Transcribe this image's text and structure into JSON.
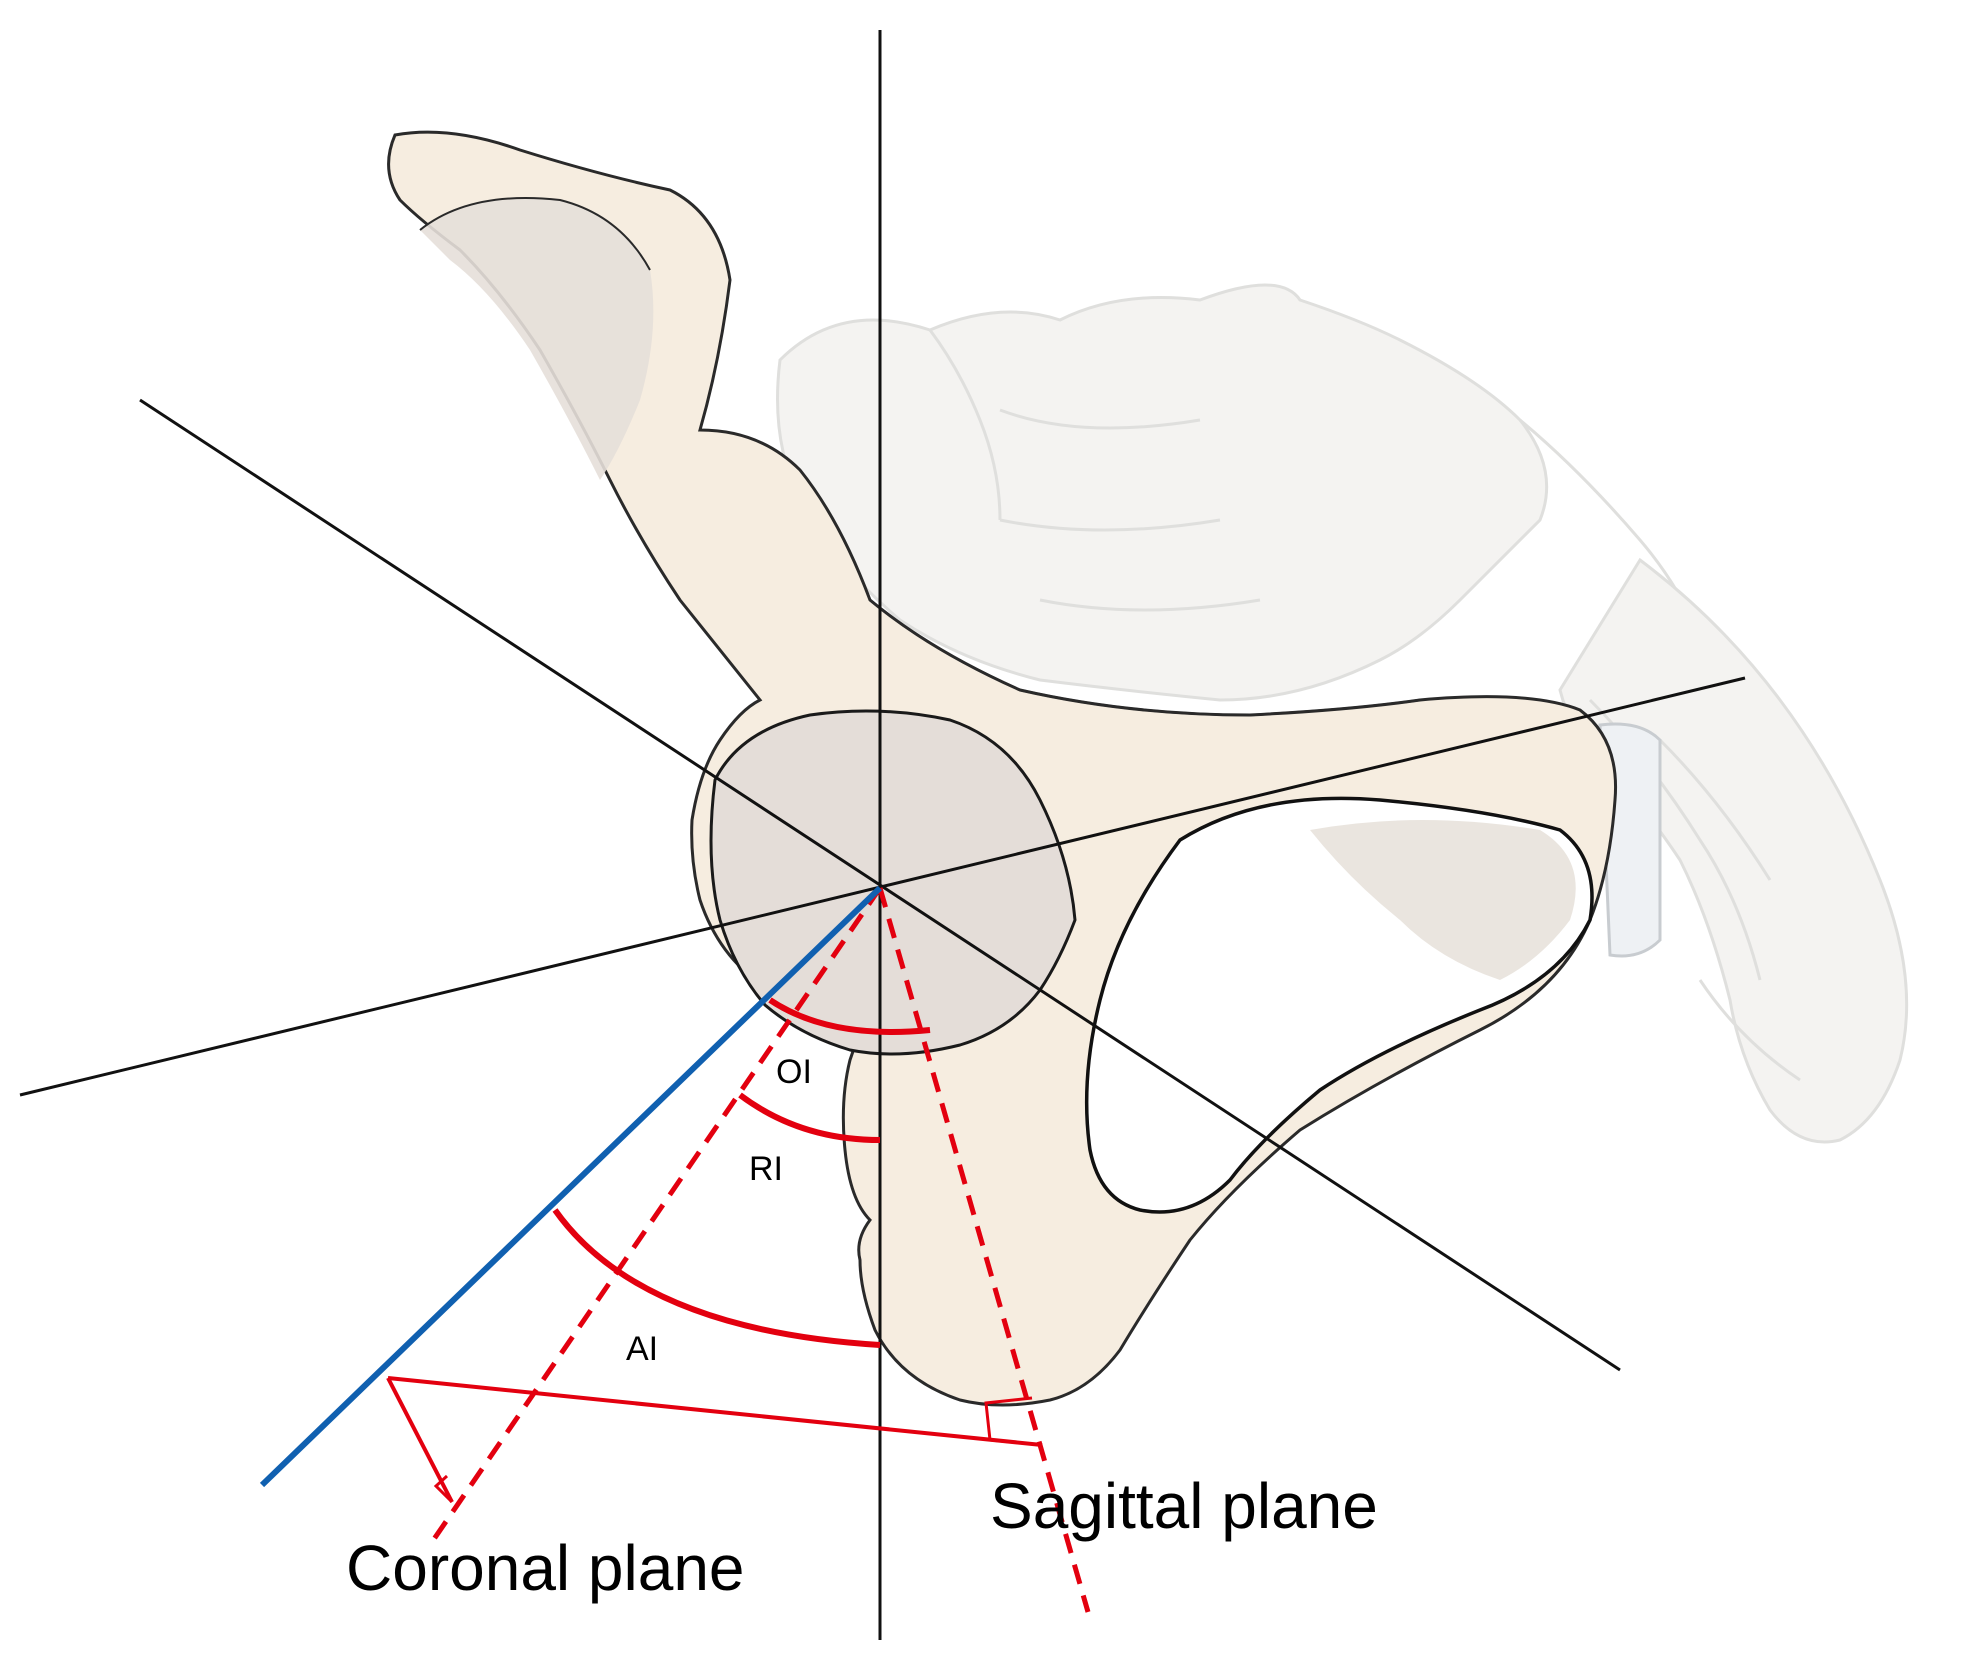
{
  "labels": {
    "oi": "OI",
    "ri": "RI",
    "ai": "AI",
    "sagittal": "Sagittal plane",
    "coronal": "Coronal plane"
  },
  "colors": {
    "axis_lines": "#111111",
    "construction_red": "#e3000f",
    "pelvic_plane_blue": "#1060b0",
    "bone_fill": "#f6ede0",
    "bone_outline": "#2a2a2a",
    "acetabulum_fill": "#e4ddd8",
    "faded_sacrum": "#eeeeec"
  },
  "icons": {
    "right_angle_markers": "right-angle-icon"
  }
}
